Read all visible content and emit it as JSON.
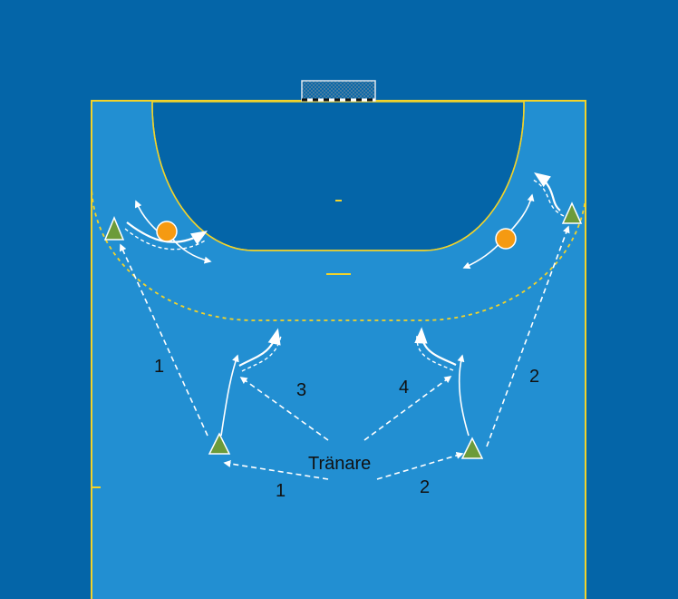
{
  "labels": {
    "coach": "Tränare",
    "pass_left_top": "1",
    "pass_left_bottom": "1",
    "pass_right_top": "2",
    "pass_right_bottom": "2",
    "run_3": "3",
    "run_4": "4"
  },
  "colors": {
    "background": "#0465a8",
    "court": "#228fd2",
    "goal_area": "#0465a8",
    "lines": "#f2d32a",
    "arrows": "#ffffff",
    "player_attack": "#6c9b3a",
    "player_defense": "#f59a12"
  },
  "icons": {
    "goal": "goal-net-icon",
    "attacker": "triangle-player-icon",
    "defender": "circle-player-icon"
  }
}
